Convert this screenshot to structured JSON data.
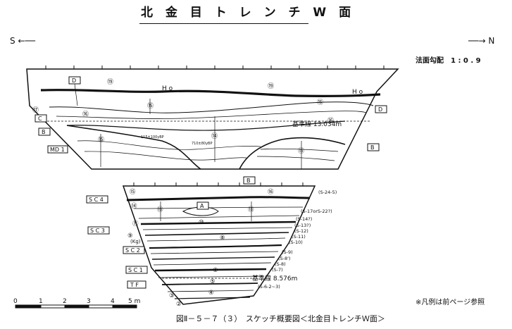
{
  "title": "北 金 目 ト レ ン チ W 面",
  "direction": {
    "left": "S",
    "right": "N"
  },
  "slope": "法面勾配　1 : 0 . 9",
  "upper": {
    "baseline": "基準線 13.034m",
    "labels": {
      "D": "D",
      "C": "C",
      "B": "B",
      "MD1": "MD 1",
      "Ho": "H o"
    },
    "circled": [
      "⑲",
      "⑲",
      "⑮",
      "⑯",
      "⑰",
      "⑯",
      "⑮",
      "⑭",
      "⑮",
      "⑮"
    ],
    "annot": [
      "Ho",
      "115±100yBP",
      "710±80yBP"
    ]
  },
  "lower": {
    "baseline": "基準線 8.576m",
    "labels": {
      "B": "B",
      "A": "A",
      "SC4": "S C 4",
      "SC3": "S C 3",
      "SC2": "S C 2",
      "SC1": "S C 1",
      "TF": "T F",
      "Kg": "(Kg)"
    },
    "samples": [
      "(S-24-5)",
      "(S-17orS-22?)",
      "(S-14?)",
      "(S-13?)",
      "(S-12)",
      "(S-11)",
      "(S-10)",
      "(S-9)",
      "(S-8')",
      "(S-8)",
      "(S-7)",
      "(S-6-2~3)"
    ],
    "circled": [
      "⑮",
      "⑯",
      "⑭",
      "⑬",
      "⑫",
      "⑪",
      "⑩",
      "⑨",
      "⑧",
      "⑦",
      "⑥",
      "⑤",
      "④",
      "③",
      "②"
    ]
  },
  "legend_note": "※凡例は前ページ参照",
  "scale": {
    "ticks": [
      "0",
      "1",
      "2",
      "3",
      "4",
      "5 m"
    ]
  },
  "caption": "図Ⅱ－５－７（３）　スケッチ概要図＜北金目トレンチＷ面＞"
}
